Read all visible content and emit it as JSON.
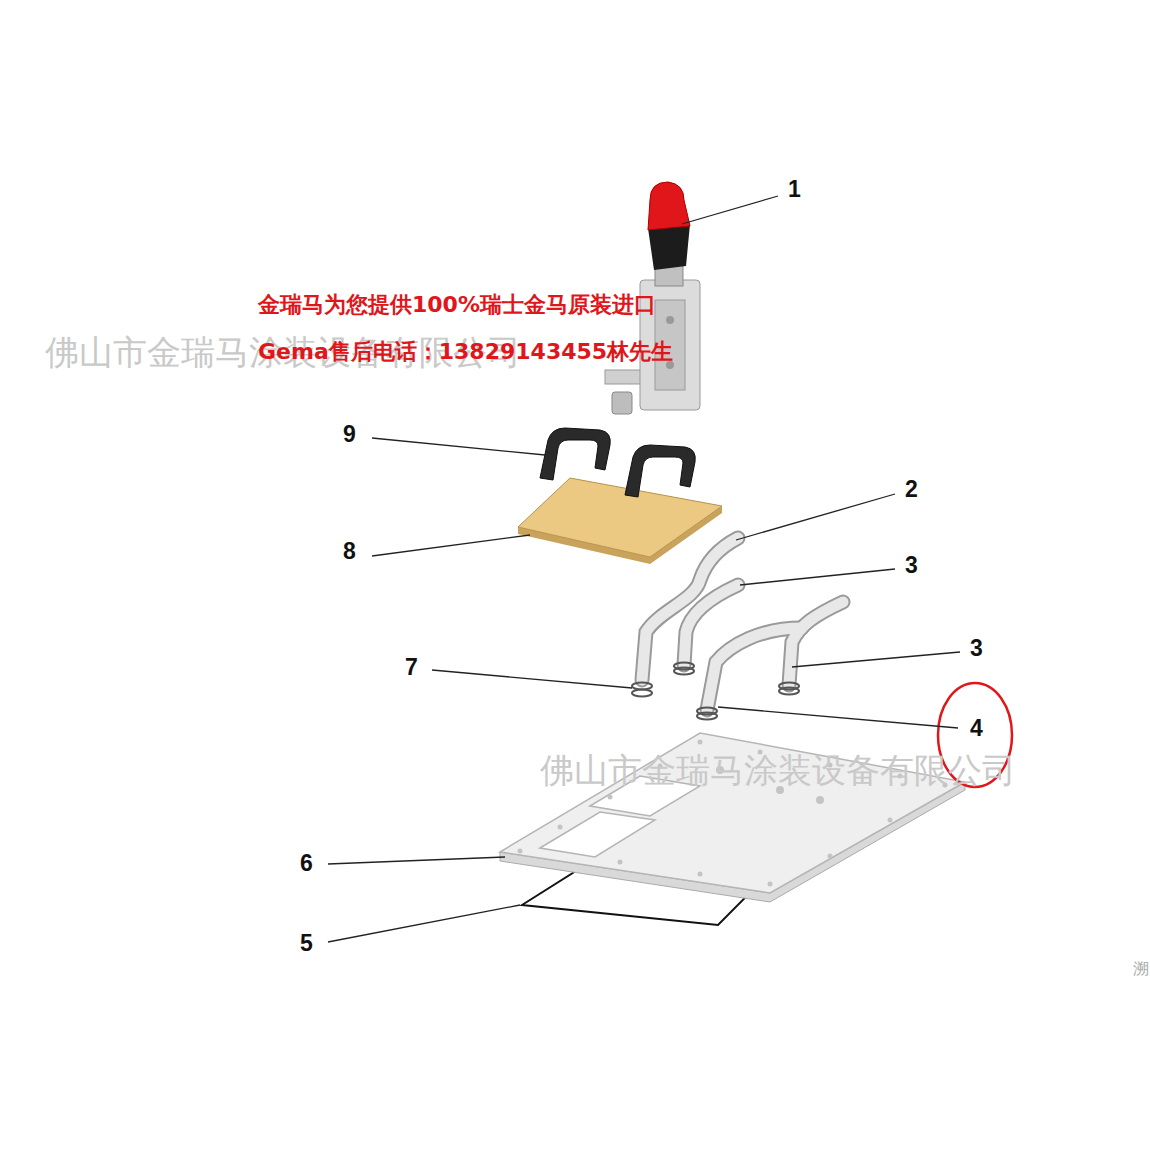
{
  "diagram": {
    "labels": [
      "佛山市金瑞马涂装设备有限公司",
      "佛山市金瑞马涂装设备有限公司",
      "金瑞马为您提供100%瑞士金马原装进口",
      "Gema售后电话：13829143455林先生",
      "1",
      "9",
      "2",
      "8",
      "3",
      "7",
      "3",
      "4",
      "6",
      "5",
      "溯"
    ]
  }
}
